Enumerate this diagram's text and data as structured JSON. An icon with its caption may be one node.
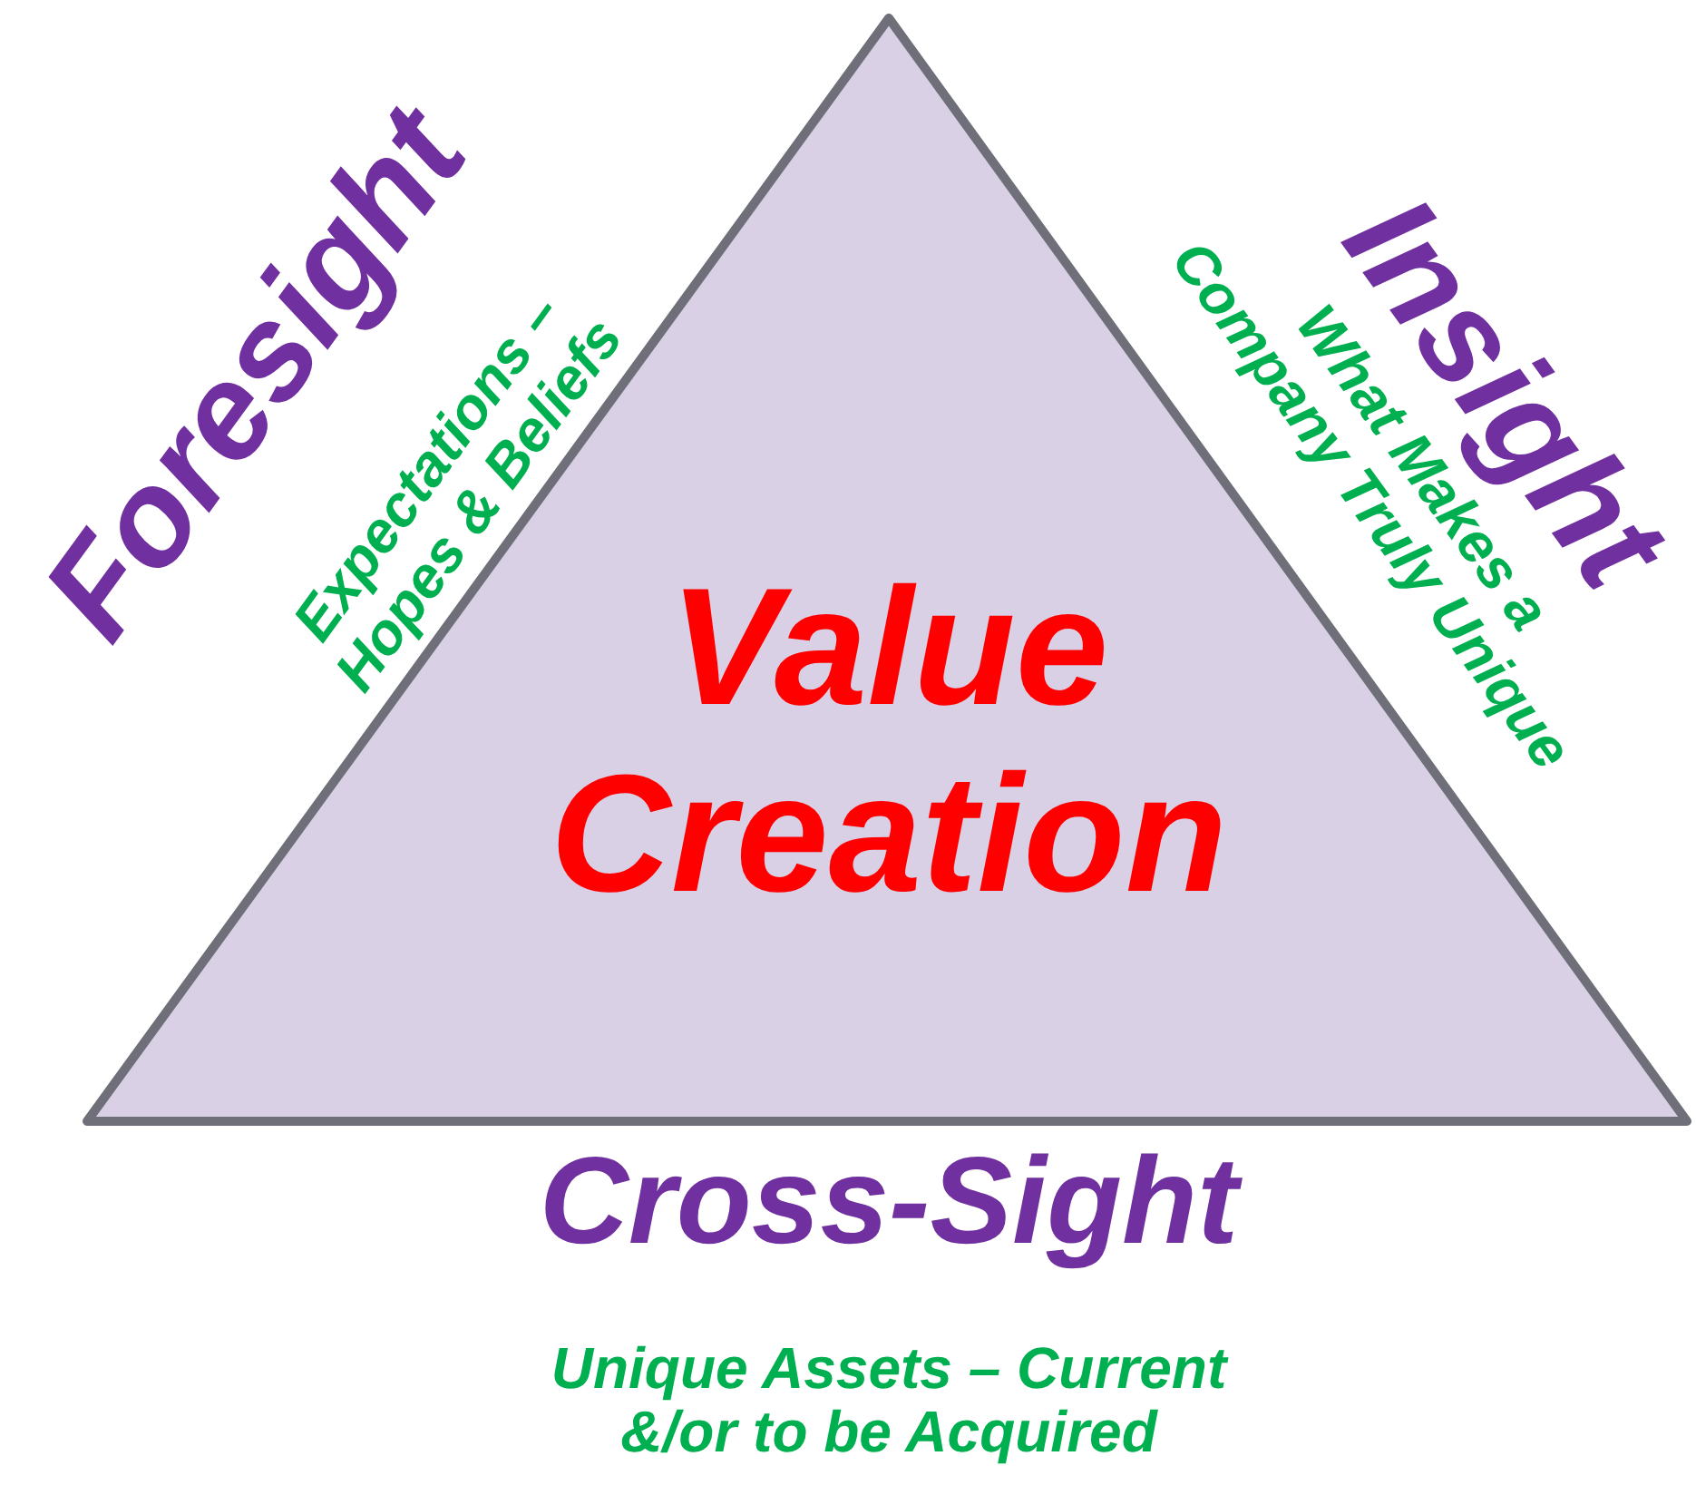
{
  "diagram": {
    "nodes": [
      {
        "text": [
          "Value Creation"
        ]
      }
    ],
    "labels": [
      "Foresight",
      "Expectations – Hopes & Beliefs",
      "Insight",
      "What Makes a Company Truly Unique",
      "Cross-Sight",
      "Unique Assets – Current &/or to be Acquired"
    ]
  }
}
